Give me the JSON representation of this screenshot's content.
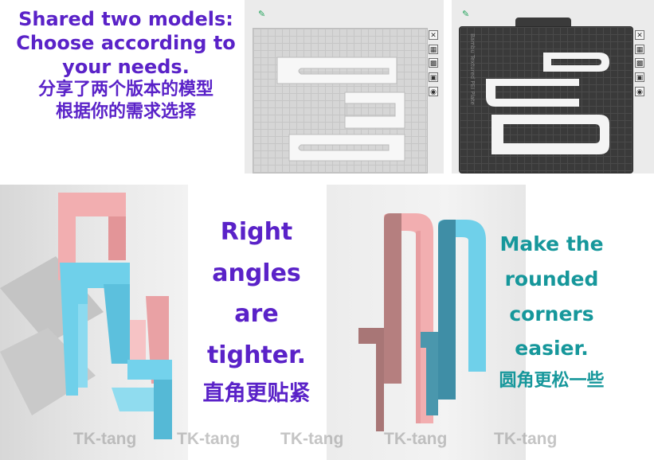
{
  "headline": {
    "line1": "Shared two models:",
    "line2": "Choose according to",
    "line3": "your needs.",
    "zh1": "分享了两个版本的模型",
    "zh2": "根据你的需求选择"
  },
  "slicer_dark": {
    "plate_label": "Bambu Textured PEI Plate"
  },
  "right_angle": {
    "line1": "Right",
    "line2": "angles",
    "line3": "are",
    "line4": "tighter.",
    "zh": "直角更贴紧"
  },
  "rounded": {
    "line1": "Make the",
    "line2": "rounded",
    "line3": "corners",
    "line4": "easier.",
    "zh": "圆角更松一些"
  },
  "watermarks": [
    "TK-tang",
    "TK-tang",
    "TK-tang",
    "TK-tang",
    "TK-tang"
  ],
  "colors": {
    "purple_text": "#5a22c8",
    "teal_text": "#16979b",
    "pink_part": "#f2aeb0",
    "blue_part": "#6fd0ea"
  },
  "icons": [
    "pencil-icon",
    "close-icon",
    "layout-icon",
    "fill-icon",
    "lock-icon",
    "settings-icon"
  ]
}
